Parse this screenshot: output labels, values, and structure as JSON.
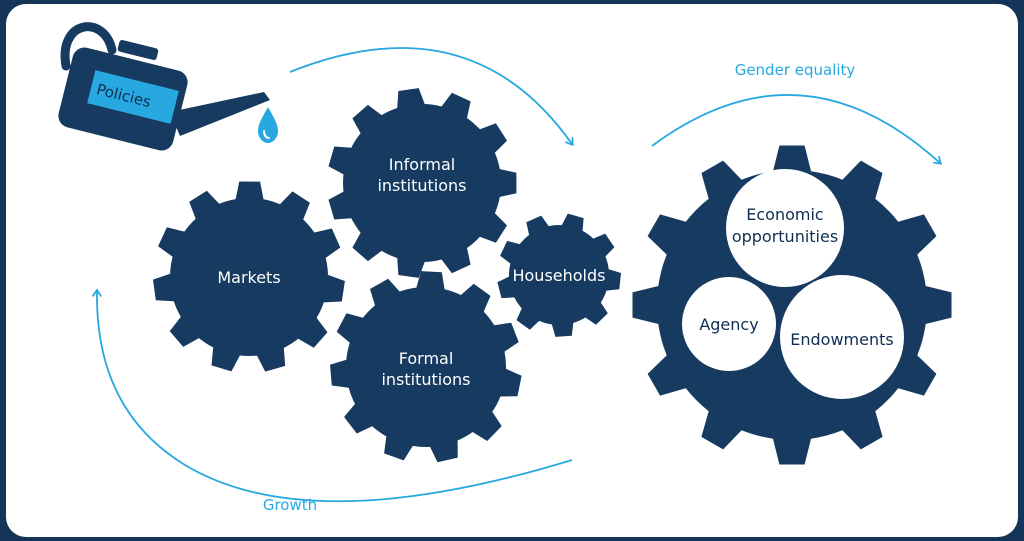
{
  "colors": {
    "navy": "#163a60",
    "accent": "#27a8e0",
    "white": "#ffffff"
  },
  "policies": {
    "label": "Policies",
    "icon": "watering-can-icon"
  },
  "gears": {
    "informal": {
      "line1": "Informal",
      "line2": "institutions"
    },
    "markets": {
      "label": "Markets"
    },
    "households": {
      "label": "Households"
    },
    "formal": {
      "line1": "Formal",
      "line2": "institutions"
    }
  },
  "big_gear": {
    "economic": {
      "line1": "Economic",
      "line2": "opportunities"
    },
    "agency": {
      "label": "Agency"
    },
    "endowments": {
      "label": "Endowments"
    }
  },
  "arrows": {
    "gender_equality": "Gender equality",
    "growth": "Growth"
  }
}
